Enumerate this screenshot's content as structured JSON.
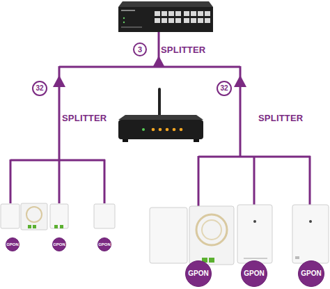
{
  "diagram": {
    "nodes": [
      {
        "text": [
          "3"
        ]
      },
      {
        "text": [
          "32"
        ]
      },
      {
        "text": [
          "32"
        ]
      },
      {
        "text": [
          "GPON"
        ]
      },
      {
        "text": [
          "GPON"
        ]
      },
      {
        "text": [
          "GPON"
        ]
      },
      {
        "text": [
          "GPON"
        ]
      },
      {
        "text": [
          "GPON"
        ]
      },
      {
        "text": [
          "GPON"
        ]
      }
    ],
    "labels": [
      "SPLITTER",
      "SPLITTER",
      "SPLITTER"
    ]
  }
}
